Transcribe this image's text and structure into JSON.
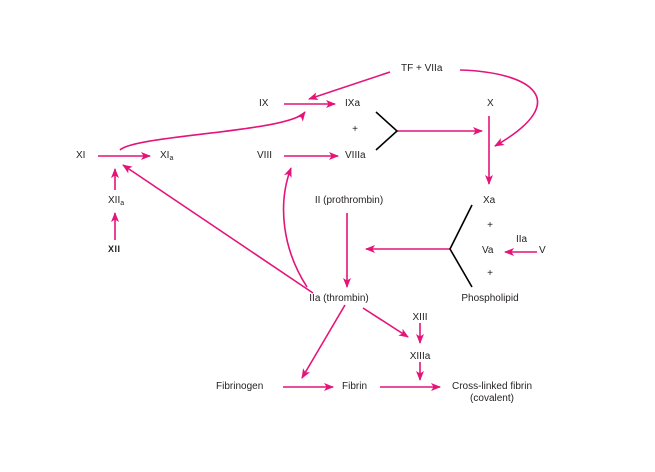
{
  "colors": {
    "arrow": "#e4147a",
    "text": "#231f20",
    "junction": "#000000"
  },
  "nodes": {
    "tf_viia": "TF + VIIa",
    "ix": "IX",
    "ixa": "IXa",
    "x": "X",
    "xi": "XI",
    "xia_base": "XI",
    "xia_sub": "a",
    "viii": "VIII",
    "viiia": "VIIIa",
    "xiia_base": "XII",
    "xiia_sub": "a",
    "xii": "XII",
    "prothrombin": "II (prothrombin)",
    "xa": "Xa",
    "va": "Va",
    "iia_small": "IIa",
    "v": "V",
    "phospholipid": "Phospholipid",
    "thrombin": "IIa (thrombin)",
    "xiii": "XIII",
    "xiiia": "XIIIa",
    "fibrinogen": "Fibrinogen",
    "fibrin": "Fibrin",
    "crosslinked_line1": "Cross-linked fibrin",
    "crosslinked_line2": "(covalent)"
  },
  "plus_signs": [
    "+",
    "+",
    "+"
  ]
}
